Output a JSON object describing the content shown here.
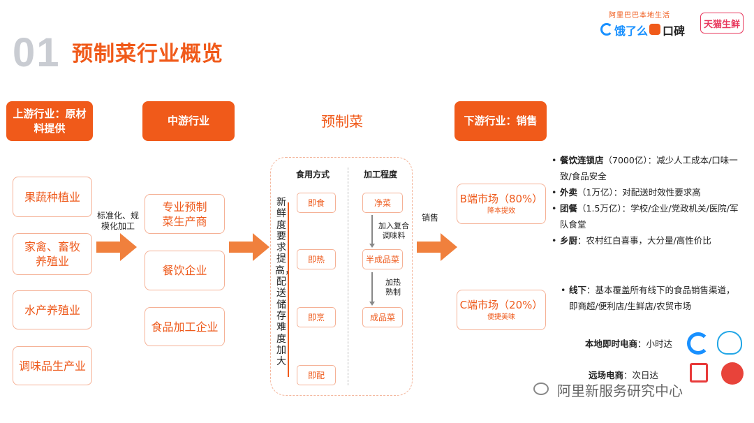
{
  "header": {
    "section_number": "01",
    "title": "预制菜行业概览"
  },
  "logos": {
    "slogan": "阿里巴巴本地生活",
    "eleme": "饿了么",
    "koubei": "口碑",
    "tmall_fresh": "天猫生鲜"
  },
  "upstream": {
    "header": "上游行业：原材料提供",
    "items": [
      "果蔬种植业",
      "家禽、畜牧养殖业",
      "水产养殖业",
      "调味品生产业"
    ],
    "arrow_label": "标准化、规模化加工"
  },
  "midstream": {
    "header": "中游行业",
    "items": [
      "专业预制菜生产商",
      "餐饮企业",
      "食品加工企业"
    ]
  },
  "prepared": {
    "header": "预制菜",
    "col1_title": "食用方式",
    "col2_title": "加工程度",
    "vertical_note": "新鲜度要求提高，配送储存难度加大",
    "methods": [
      "即食",
      "即热",
      "即烹",
      "即配"
    ],
    "stages": [
      "净菜",
      "半成品菜",
      "成品菜"
    ],
    "step1": "加入复合调味料",
    "step2": "加热熟制"
  },
  "downstream": {
    "header": "下游行业：销售",
    "arrow_label": "销售",
    "b_market": {
      "title": "B端市场（80%）",
      "sub": "降本提效"
    },
    "c_market": {
      "title": "C端市场（20%）",
      "sub": "便捷美味"
    },
    "b_bullets": [
      {
        "label": "餐饮连锁店",
        "text": "（7000亿）：减少人工成本/口味一致/食品安全"
      },
      {
        "label": "外卖",
        "text": "（1万亿）：对配送时效性要求高"
      },
      {
        "label": "团餐",
        "text": "（1.5万亿）：学校/企业/党政机关/医院/军队食堂"
      },
      {
        "label": "乡厨",
        "text": "：农村红白喜事，大分量/高性价比"
      }
    ],
    "c_bullet": {
      "label": "线下",
      "text": "：基本覆盖所有线下的食品销售渠道，即商超/便利店/生鲜店/农贸市场"
    },
    "local": {
      "label": "本地即时电商",
      "text": "：小时达"
    },
    "remote": {
      "label": "远场电商",
      "text": "：次日达"
    }
  },
  "watermark": "阿里新服务研究中心",
  "colors": {
    "accent": "#f05a1a",
    "box_border": "#f5b196",
    "arrow": "#f0803d",
    "number_gray": "#c9ccd2"
  }
}
